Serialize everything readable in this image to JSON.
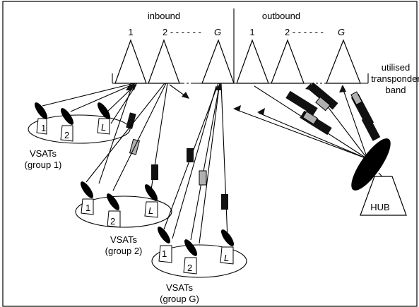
{
  "labels": {
    "inbound": "inbound",
    "outbound": "outbound",
    "in_1": "1",
    "in_2": "2 - - - - - -",
    "in_G": "G",
    "out_1": "1",
    "out_2": "2 - - - - - -",
    "out_G": "G",
    "band_line1": "utilised",
    "band_line2": "transponder",
    "band_line3": "band",
    "group1_title": "VSATs",
    "group1_sub": "(group 1)",
    "group2_title": "VSATs",
    "group2_sub": "(group 2)",
    "groupG_title": "VSATs",
    "groupG_sub": "(group G)",
    "hub": "HUB",
    "vsat_1": "1",
    "vsat_2": "2",
    "vsat_L": "L"
  }
}
